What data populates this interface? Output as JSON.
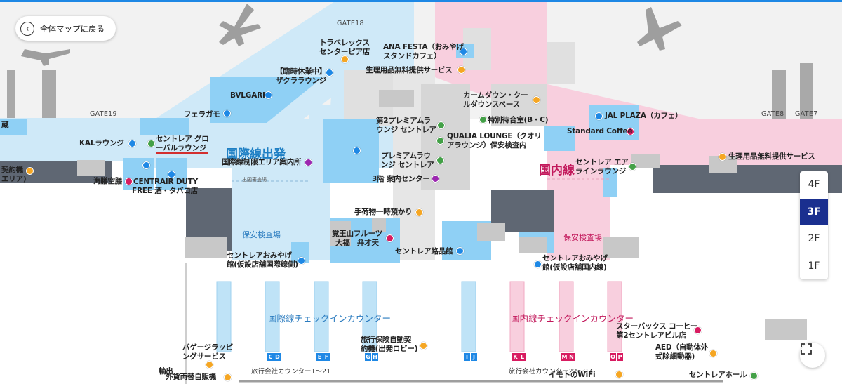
{
  "back_button": {
    "label": "全体マップに戻る",
    "icon": "chevron-left-icon"
  },
  "floors": [
    {
      "label": "4F",
      "active": false
    },
    {
      "label": "3F",
      "active": true
    },
    {
      "label": "2F",
      "active": false
    },
    {
      "label": "1F",
      "active": false
    }
  ],
  "fullscreen_icon": "fullscreen-icon",
  "colors": {
    "international": "#bfe3f7",
    "domestic": "#f8c9da",
    "service_blue": "#1e88e5",
    "food_orange": "#f5a623",
    "shop_green": "#43a047",
    "cafe_red": "#d81b60",
    "info_purple": "#9c27b0",
    "active_floor": "#1a2f8f"
  },
  "gates": {
    "gate18": "GATE18",
    "gate19": "GATE19",
    "gate8": "GATE8",
    "gate7": "GATE7"
  },
  "zones": {
    "intl_departure": "国際線出発",
    "domestic": "国内線",
    "intl_security": "保安検査場",
    "dom_security": "保安検査場",
    "intl_checkin": "国際線チェックインカウンター",
    "dom_checkin": "国内線チェックインカウンター",
    "departure_exam": "出国審査場"
  },
  "pois": {
    "travelex": "トラベレックス\nセンターピア店",
    "ana_festa": "ANA FESTA（おみやげ\nスタンドカフェ）",
    "sanitary_free_1": "生理用品無料提供サービス",
    "zakura_lounge": "【臨時休業中】\nザクララウンジ",
    "bvlgari": "BVLGARI",
    "ferragamo": "フェラガモ",
    "calm_down": "カームダウン・クー\nルダウンスペース",
    "premium_lounge_2": "第2プレミアムラ\nウンジ セントレア",
    "qualia_lounge": "QUALIA LOUNGE（クオリ\nアラウンジ）保安検査内",
    "special_waiting": "特別待合室(B・C)",
    "jal_plaza": "JAL PLAZA（カフェ）",
    "standard_coffee": "Standard Coffee",
    "kal_lounge": "KALラウンジ",
    "global_lounge": "セントレア グロ\nーバルラウンジ",
    "intl_info": "国際線制限エリア案内所",
    "premium_lounge": "プレミアムラウ\nンジ セントレア",
    "info_3f": "3階 案内センター",
    "air_lounge": "セントレア エア\nラインラウンジ",
    "sanitary_free_2": "生理用品無料提供サービス",
    "kaisen": "海膳空膳",
    "centrair_duty_free": "CENTRAIR DUTY\nFREE 酒・タバコ店",
    "baggage_storage": "手荷物一時預かり",
    "kakuozan": "覚王山フルーツ\n大福　弁才天",
    "omiyage_intl": "セントレアおみやげ\n館(仮設店舗国際線側)",
    "roji_shop": "セントレア路品館",
    "omiyage_dom": "セントレアおみやげ\n館(仮設店舗国内線)",
    "starbucks": "スターバックス コーヒー\n第2セントレアビル店",
    "aed": "AED（自動体外\n式除細動器)",
    "centrair_hall": "セントレアホール",
    "baggage_wrap": "バゲージラッピ\nングサービス",
    "insurance_machine": "旅行保険自動契\n約機(出発ロビー)",
    "currency_machine": "外貨両替自販機",
    "wifi": "イモトのWiFi",
    "agency_intl": "旅行会社カウンター1～21",
    "agency_dom": "旅行会社カウンター22～27",
    "left_cut_1": "蔵",
    "left_cut_2": "契約機\nエリア)",
    "left_cut_3": "輸出"
  },
  "counters": {
    "intl": [
      "C",
      "D",
      "E",
      "F",
      "G",
      "H",
      "I",
      "J"
    ],
    "dom": [
      "K",
      "L",
      "M",
      "N",
      "O",
      "P"
    ]
  }
}
